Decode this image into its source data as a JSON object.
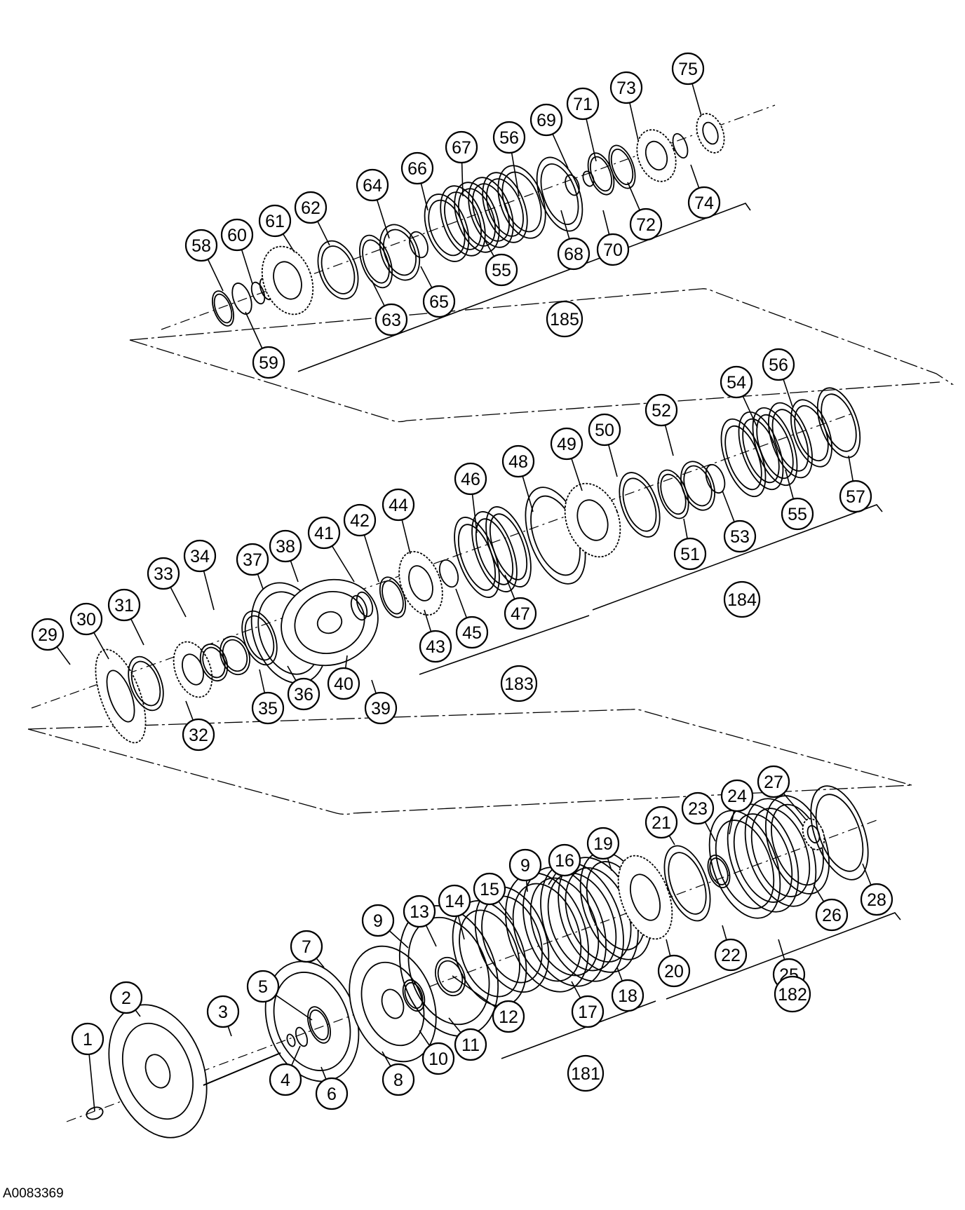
{
  "figure_id": "A0083369",
  "callouts": [
    "1",
    "2",
    "3",
    "4",
    "5",
    "6",
    "7",
    "8",
    "9",
    "9",
    "10",
    "11",
    "12",
    "13",
    "14",
    "15",
    "16",
    "17",
    "18",
    "19",
    "20",
    "21",
    "22",
    "23",
    "24",
    "25",
    "26",
    "27",
    "28",
    "29",
    "30",
    "31",
    "32",
    "33",
    "34",
    "35",
    "36",
    "37",
    "38",
    "39",
    "40",
    "41",
    "42",
    "43",
    "44",
    "45",
    "46",
    "47",
    "48",
    "49",
    "50",
    "51",
    "52",
    "53",
    "54",
    "55",
    "55",
    "56",
    "56",
    "57",
    "58",
    "59",
    "60",
    "61",
    "62",
    "63",
    "64",
    "65",
    "66",
    "67",
    "68",
    "69",
    "70",
    "71",
    "72",
    "73",
    "74",
    "75",
    "181",
    "182",
    "183",
    "184",
    "185"
  ]
}
